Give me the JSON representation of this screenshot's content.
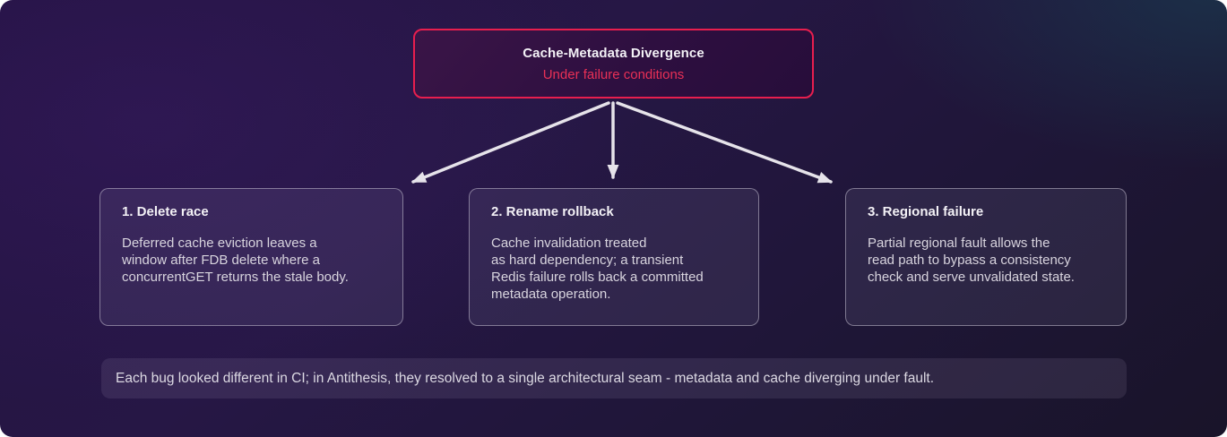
{
  "root_node": {
    "title": "Cache-Metadata Divergence",
    "subtitle": "Under failure conditions"
  },
  "nodes": [
    {
      "title": "1. Delete race",
      "body": "Deferred cache eviction leaves a\nwindow after FDB delete where a\nconcurrentGET returns the stale body."
    },
    {
      "title": "2. Rename rollback",
      "body": "Cache invalidation treated\nas hard dependency; a transient\nRedis failure rolls back a committed\nmetadata operation."
    },
    {
      "title": "3. Regional failure",
      "body": "Partial regional fault allows the\nread path to bypass a consistency\ncheck and serve unvalidated state."
    }
  ],
  "footer": {
    "text": "Each bug looked different in CI; in Antithesis, they resolved to a single architectural seam - metadata and cache diverging under fault."
  },
  "colors": {
    "accent_red_border": "#e81e4e",
    "subtitle_red": "#e93056",
    "arrow": "#e6e3ea",
    "card_border_gray": "#9b95a6",
    "heading_text": "#f3f1f6",
    "body_text": "#d8d4de",
    "background_purple": "#241343",
    "background_dark": "#191429"
  }
}
